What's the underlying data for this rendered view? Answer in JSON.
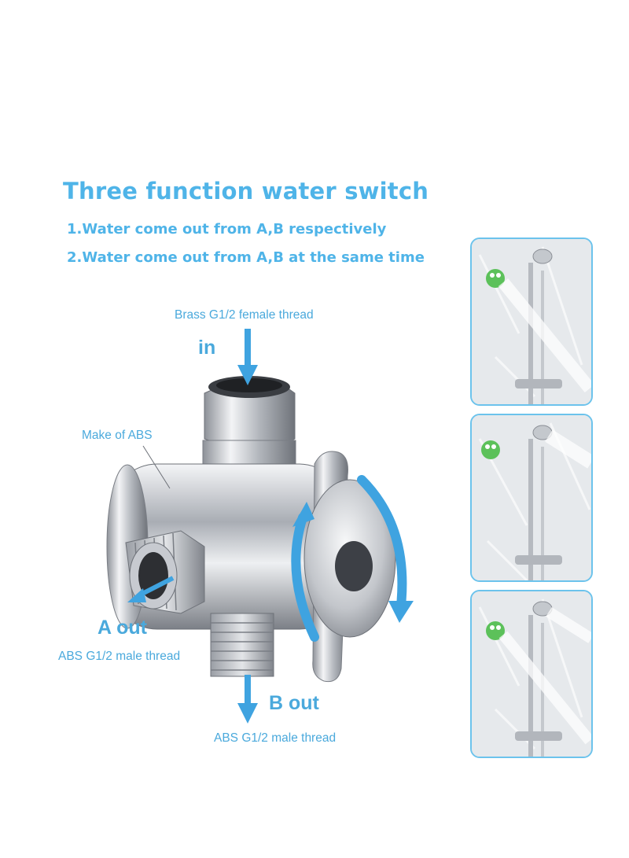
{
  "heading": {
    "title": "Three function water switch",
    "line1": "1.Water come out from A,B respectively",
    "line2": "2.Water come out from A,B at the same time"
  },
  "labels": {
    "inlet_spec": "Brass G1/2 female thread",
    "inlet": "in",
    "body_material": "Make of ABS",
    "outlet_a": "A  out",
    "outlet_a_spec": "ABS G1/2 male thread",
    "outlet_b": "B  out",
    "outlet_b_spec": "ABS G1/2 male thread"
  },
  "colors": {
    "accent": "#4fb4e8",
    "arrow": "#3fa3e0",
    "panel_border": "#6cc3ec",
    "chrome": "#c9ccd1",
    "frog": "#5cc15a"
  },
  "panels": [
    {
      "icon": "shower-mode-a-image"
    },
    {
      "icon": "shower-mode-b-image"
    },
    {
      "icon": "shower-mode-both-image"
    }
  ]
}
